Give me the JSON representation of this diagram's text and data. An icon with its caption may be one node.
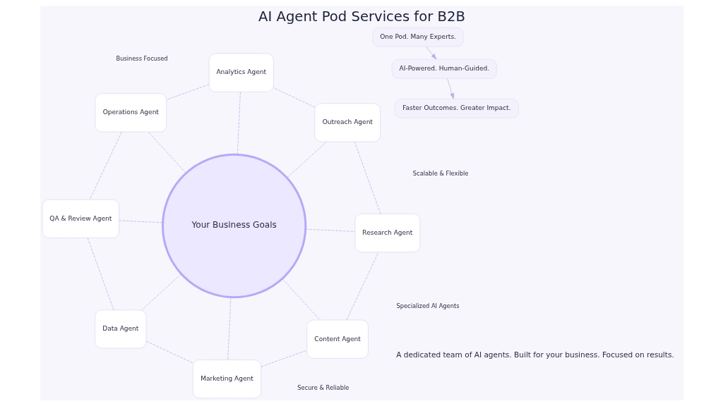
{
  "diagram": {
    "title": "AI Agent Pod Services for B2B",
    "nodes": [
      {
        "text": [
          "Your Business Goals"
        ]
      },
      {
        "text": [
          "Research Agent"
        ]
      },
      {
        "text": [
          "Outreach Agent"
        ]
      },
      {
        "text": [
          "Analytics Agent"
        ]
      },
      {
        "text": [
          "Operations Agent"
        ]
      },
      {
        "text": [
          "QA & Review Agent"
        ]
      },
      {
        "text": [
          "Data Agent"
        ]
      },
      {
        "text": [
          "Marketing Agent"
        ]
      },
      {
        "text": [
          "Content Agent"
        ]
      },
      {
        "text": [
          "One Pod. Many Experts."
        ]
      },
      {
        "text": [
          "AI-Powered. Human-Guided."
        ]
      },
      {
        "text": [
          "Faster Outcomes. Greater Impact."
        ]
      }
    ],
    "edges": [
      {
        "from": 0,
        "to": 1,
        "arrow": "none",
        "style": "dashed"
      },
      {
        "from": 0,
        "to": 2,
        "arrow": "none",
        "style": "dashed"
      },
      {
        "from": 0,
        "to": 3,
        "arrow": "none",
        "style": "dashed"
      },
      {
        "from": 0,
        "to": 4,
        "arrow": "none",
        "style": "dashed"
      },
      {
        "from": 0,
        "to": 5,
        "arrow": "none",
        "style": "dashed"
      },
      {
        "from": 0,
        "to": 6,
        "arrow": "none",
        "style": "dashed"
      },
      {
        "from": 0,
        "to": 7,
        "arrow": "none",
        "style": "dashed"
      },
      {
        "from": 0,
        "to": 8,
        "arrow": "none",
        "style": "dashed"
      },
      {
        "from": 1,
        "to": 2,
        "arrow": "none",
        "style": "dashed"
      },
      {
        "from": 2,
        "to": 3,
        "arrow": "none",
        "style": "dashed"
      },
      {
        "from": 3,
        "to": 4,
        "arrow": "none",
        "style": "dashed"
      },
      {
        "from": 4,
        "to": 5,
        "arrow": "none",
        "style": "dashed"
      },
      {
        "from": 5,
        "to": 6,
        "arrow": "none",
        "style": "dashed"
      },
      {
        "from": 6,
        "to": 7,
        "arrow": "none",
        "style": "dashed"
      },
      {
        "from": 7,
        "to": 8,
        "arrow": "none",
        "style": "dashed"
      },
      {
        "from": 8,
        "to": 1,
        "arrow": "none",
        "style": "dashed"
      },
      {
        "from": 9,
        "to": 10,
        "arrow": "to"
      },
      {
        "from": 10,
        "to": 11,
        "arrow": "to"
      }
    ],
    "labels": [
      "A dedicated team of AI agents. Built for your business. Focused on results.",
      "Specialized AI Agents",
      "Business Focused",
      "Scalable & Flexible",
      "Secure & Reliable"
    ]
  }
}
